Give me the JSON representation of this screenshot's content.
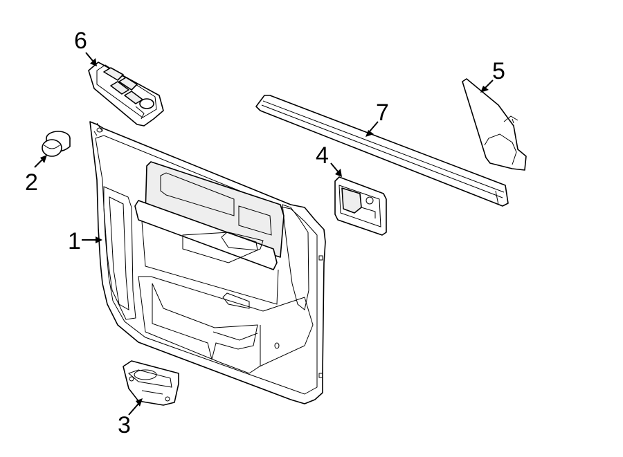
{
  "callouts": {
    "c1": "1",
    "c2": "2",
    "c3": "3",
    "c4": "4",
    "c5": "5",
    "c6": "6",
    "c7": "7"
  },
  "colors": {
    "line": "#000000",
    "background": "#ffffff",
    "shading": "#eeeeee"
  }
}
